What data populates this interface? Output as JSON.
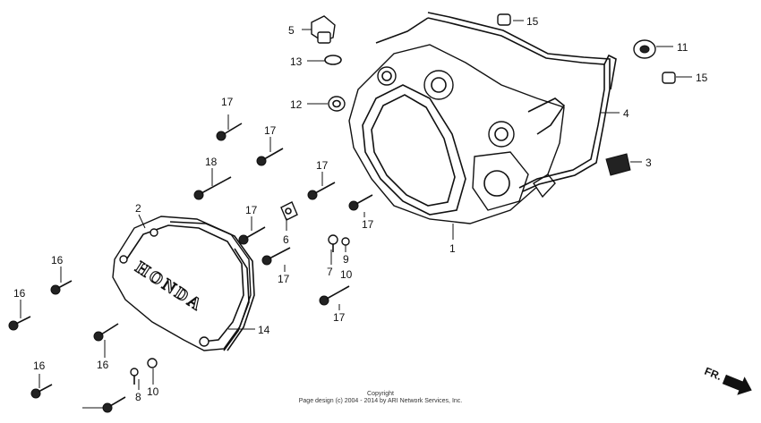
{
  "diagram": {
    "brand_text": "HONDA",
    "direction_label": "FR.",
    "callouts": {
      "n1": "1",
      "n2": "2",
      "n3": "3",
      "n4": "4",
      "n5": "5",
      "n6": "6",
      "n7": "7",
      "n8": "8",
      "n9": "9",
      "n10a": "10",
      "n10b": "10",
      "n11": "11",
      "n12": "12",
      "n13": "13",
      "n14": "14",
      "n15a": "15",
      "n15b": "15",
      "n16a": "16",
      "n16b": "16",
      "n16c": "16",
      "n16d": "16",
      "n17a": "17",
      "n17b": "17",
      "n17c": "17",
      "n17d": "17",
      "n17e": "17",
      "n17f": "17",
      "n17g": "17",
      "n18": "18"
    }
  },
  "copyright": {
    "line1": "Copyright",
    "line2": "Page design (c) 2004 - 2014 by ARI Network Services, Inc."
  }
}
